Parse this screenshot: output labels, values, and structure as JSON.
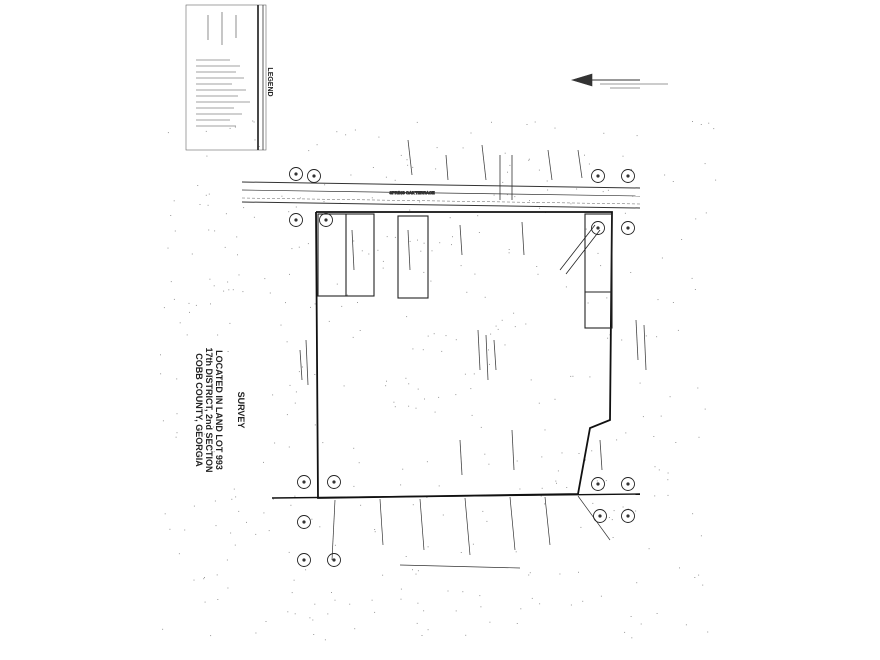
{
  "survey": {
    "location_lines": [
      "LOCATED IN LAND LOT 993",
      "17th DISTRICT, 2nd SECTION",
      "COBB COUNTY, GEORGIA"
    ],
    "heading": "SURVEY",
    "legend_title": "LEGEND",
    "road_label": "SPRING OAK TERRACE"
  },
  "colors": {
    "ink": "#222222",
    "paper": "#ffffff"
  }
}
